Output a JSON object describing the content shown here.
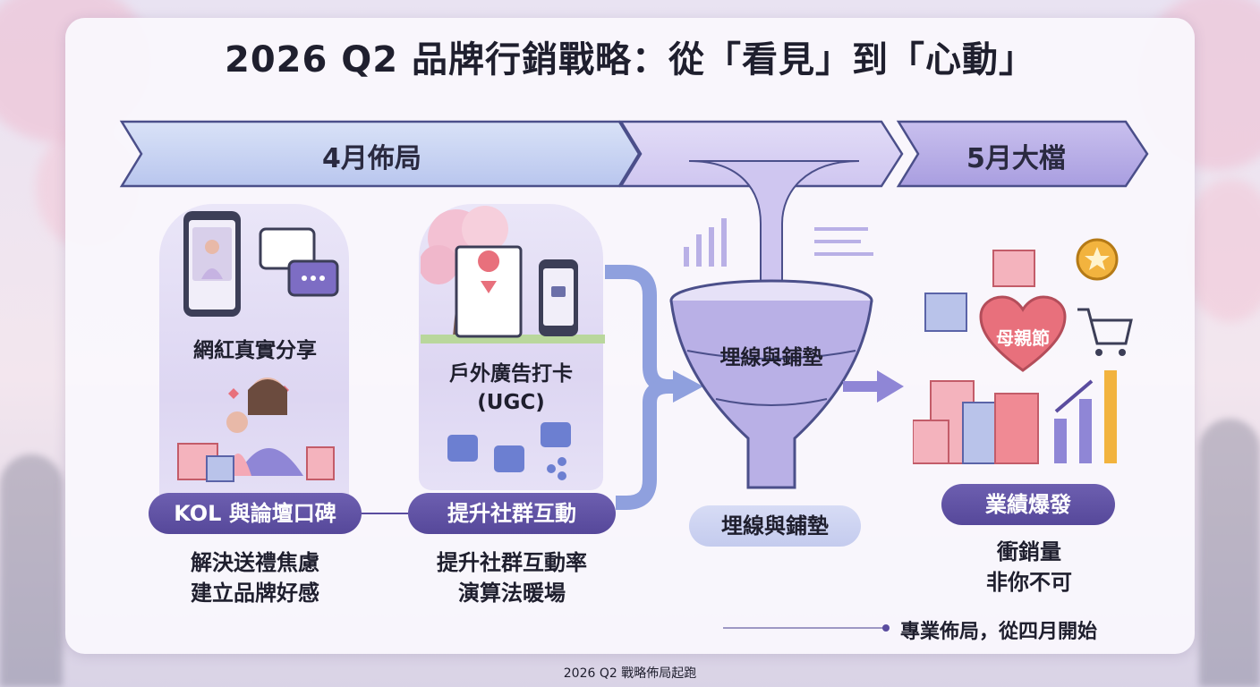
{
  "title": "2026 Q2 品牌行銷戰略：從「看見」到「心動」",
  "phases": {
    "april": "4月佈局",
    "may": "5月大檔"
  },
  "col1": {
    "top_label": "網紅真實分享",
    "pill": "KOL 與論壇口碑",
    "desc_line1": "解決送禮焦慮",
    "desc_line2": "建立品牌好感"
  },
  "col2": {
    "top_label_line1": "戶外廣告打卡",
    "top_label_line2": "(UGC)",
    "pill": "提升社群互動",
    "desc_line1": "提升社群互動率",
    "desc_line2": "演算法暖場"
  },
  "col3": {
    "funnel_label": "埋線與鋪墊",
    "pill": "埋線與鋪墊"
  },
  "col4": {
    "heart_label": "母親節",
    "pill": "業績爆發",
    "desc_line1": "衝銷量",
    "desc_line2": "非你不可"
  },
  "footer_note": "專業佈局，從四月開始",
  "bottom_caption": "2026 Q2 戰略佈局起跑",
  "colors": {
    "accent": "#5a4c9f",
    "pink": "#e8707c",
    "lavender": "#cbc4ee"
  }
}
